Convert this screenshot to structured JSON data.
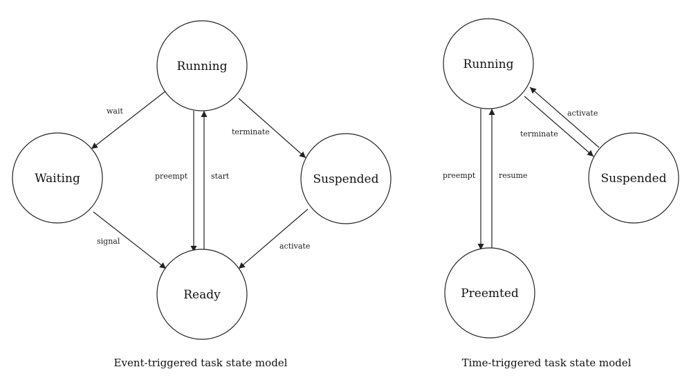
{
  "diagrams": [
    {
      "caption": "Event-triggered task state model",
      "states": {
        "running": "Running",
        "waiting": "Waiting",
        "suspended": "Suspended",
        "ready": "Ready"
      },
      "transitions": {
        "wait": "wait",
        "terminate": "terminate",
        "preempt": "preempt",
        "start": "start",
        "signal": "signal",
        "activate": "activate"
      }
    },
    {
      "caption": "Time-triggered task state model",
      "states": {
        "running": "Running",
        "suspended": "Suspended",
        "preempted": "Preemted"
      },
      "transitions": {
        "activate": "activate",
        "terminate": "terminate",
        "preempt": "preempt",
        "resume": "resume"
      }
    }
  ]
}
